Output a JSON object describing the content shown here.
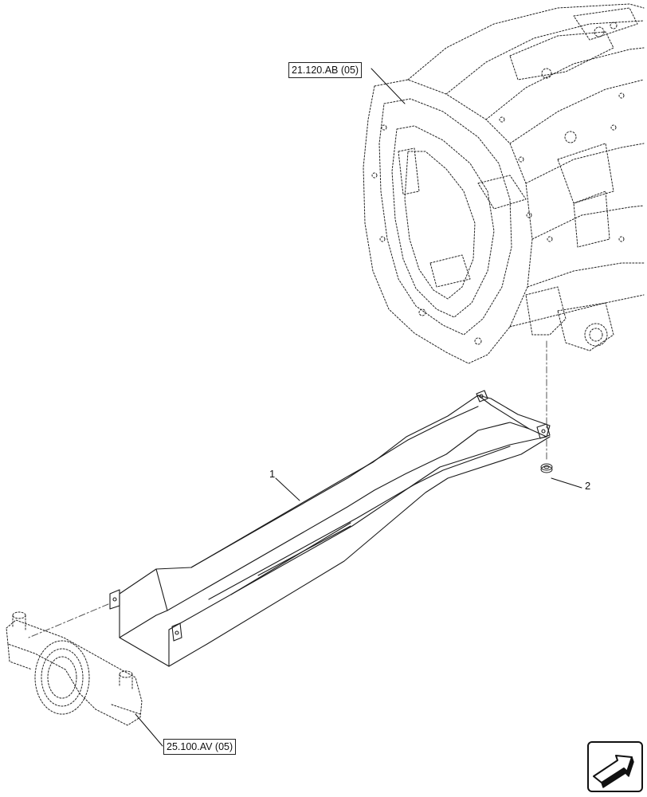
{
  "references": {
    "upper": "21.120.AB (05)",
    "lower": "25.100.AV (05)"
  },
  "callouts": {
    "item1": "1",
    "item2": "2"
  },
  "icons": {
    "navigation": "next-page-arrow-icon"
  },
  "colors": {
    "line": "#1a1a1a",
    "fill": "#ffffff"
  }
}
